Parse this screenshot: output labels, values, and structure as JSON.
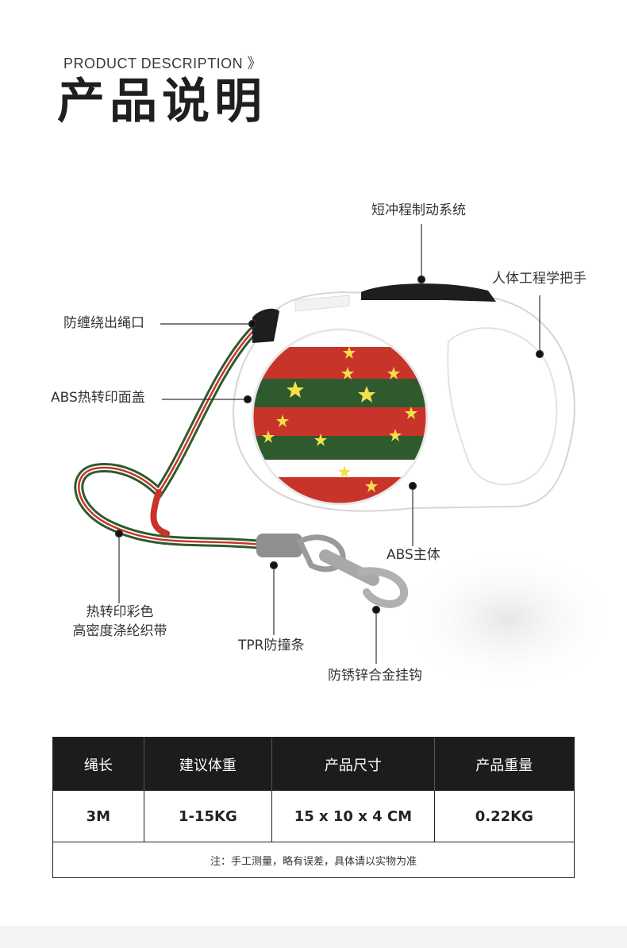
{
  "header": {
    "subtitle": "PRODUCT DESCRIPTION 》",
    "title": "产品说明"
  },
  "callouts": {
    "brake": "短冲程制动系统",
    "handle": "人体工程学把手",
    "outlet": "防缠绕出绳口",
    "cover": "ABS热转印面盖",
    "body": "ABS主体",
    "strap_line1": "热转印彩色",
    "strap_line2": "高密度涤纶织带",
    "tpr": "TPR防撞条",
    "hook": "防锈锌合金挂钩"
  },
  "specs": {
    "headers": [
      "绳长",
      "建议体重",
      "产品尺寸",
      "产品重量"
    ],
    "values": [
      "3M",
      "1-15KG",
      "15 x 10 x 4 CM",
      "0.22KG"
    ],
    "note": "注：手工测量，略有误差，具体请以实物为准"
  },
  "colors": {
    "stripe_red": "#c9342a",
    "stripe_green": "#2f5a2e",
    "star_yellow": "#f4e04a",
    "header_bg": "#1c1c1c"
  }
}
